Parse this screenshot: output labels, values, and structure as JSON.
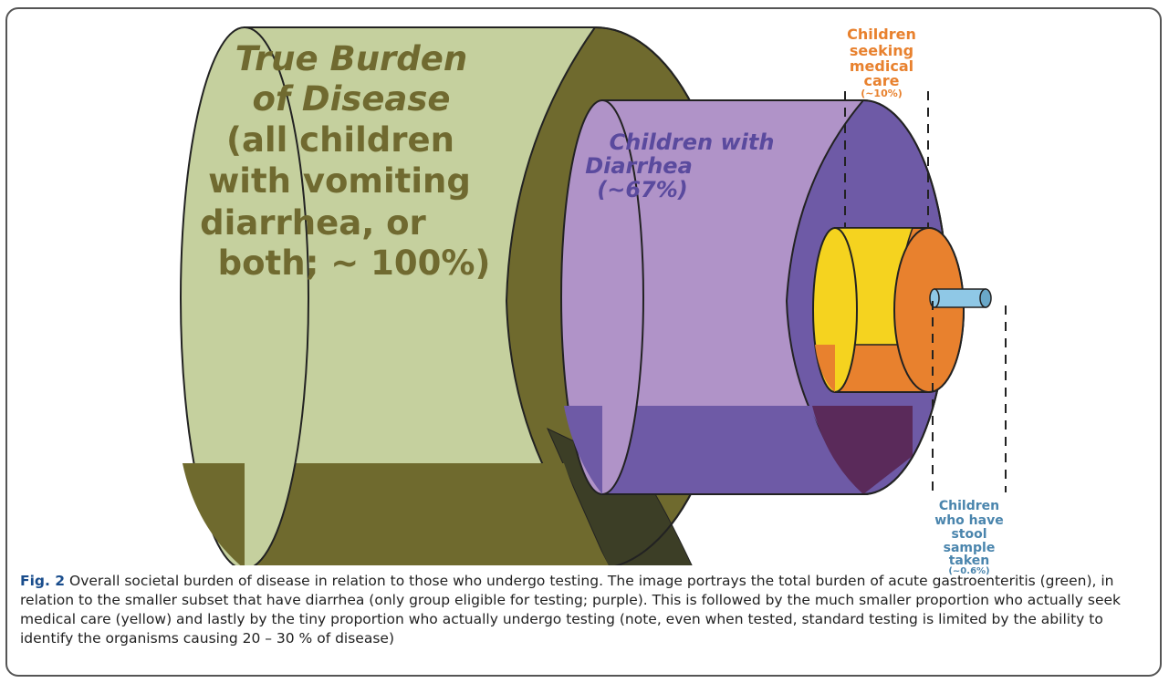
{
  "diagram": {
    "green_label": {
      "line1": "True Burden",
      "line2": "of Disease",
      "line3": "(all children",
      "line4": "with vomiting",
      "line5": "diarrhea, or",
      "line6": "both; ~ 100%)"
    },
    "purple_label": {
      "line1": "Children with",
      "line2": "Diarrhea",
      "line3": "(~67%)"
    },
    "orange_label": {
      "line1": "Children",
      "line2": "seeking",
      "line3": "medical",
      "line4": "care",
      "line5": "(~10%)"
    },
    "blue_label": {
      "line1": "Children",
      "line2": "who have",
      "line3": "stool",
      "line4": "sample",
      "line5": "taken",
      "line6": "(~0.6%)"
    },
    "colors": {
      "green_face": "#c5d09e",
      "green_side": "#6f6a2e",
      "green_text": "#706a30",
      "purple_face": "#b093c8",
      "purple_side": "#6e5aa6",
      "purple_text": "#5a4a9e",
      "yellow": "#f5d31f",
      "orange": "#e8812e",
      "orange_text": "#e8812e",
      "blue": "#8fc8e6",
      "blue_text": "#4a85ad"
    }
  },
  "caption": {
    "figure_label": "Fig. 2",
    "text": " Overall societal burden of disease in relation to those who undergo testing. The image portrays the total burden of acute gastroenteritis (green), in relation to the smaller subset that have diarrhea (only group eligible for testing; purple). This is followed by the much smaller proportion who actually seek medical care (yellow) and lastly by the tiny proportion who actually undergo testing (note, even when tested, standard testing is limited by the ability to identify the organisms causing 20 – 30 % of disease)"
  }
}
